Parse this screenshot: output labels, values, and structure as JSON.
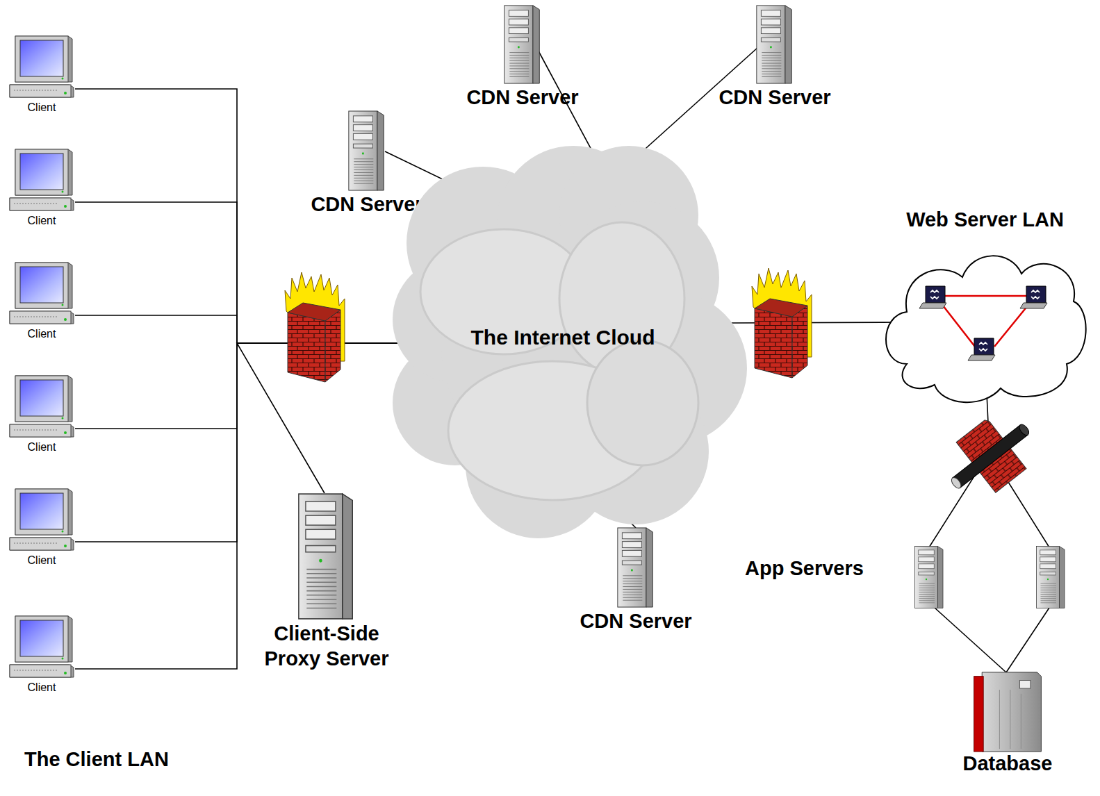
{
  "diagram": {
    "nodes": [
      {
        "text": [
          "CDN Server"
        ]
      },
      {
        "text": [
          "CDN Server"
        ]
      },
      {
        "text": [
          "CDN Server"
        ]
      },
      {
        "text": [
          "Web Server LAN"
        ]
      },
      {
        "text": [
          "Client"
        ]
      },
      {
        "text": [
          "Client"
        ]
      },
      {
        "text": [
          "Client"
        ]
      },
      {
        "text": [
          "Client"
        ]
      },
      {
        "text": [
          "Client"
        ]
      },
      {
        "text": [
          "Client"
        ]
      },
      {
        "text": [
          "The Internet Cloud"
        ]
      },
      {
        "text": [
          "Client-Side Proxy Server"
        ]
      },
      {
        "text": [
          "App Servers"
        ]
      },
      {
        "text": [
          "CDN Server"
        ]
      },
      {
        "text": [
          "Database"
        ]
      }
    ],
    "edges": [
      {
        "from": 0,
        "to": 10,
        "arrow": "none"
      },
      {
        "from": 1,
        "to": 10,
        "arrow": "none"
      },
      {
        "from": 2,
        "to": 10,
        "arrow": "none"
      },
      {
        "from": 13,
        "to": 10,
        "arrow": "none"
      },
      {
        "from": 10,
        "to": 3,
        "arrow": "none"
      },
      {
        "from": 4,
        "to": 10,
        "arrow": "none"
      },
      {
        "from": 5,
        "to": 10,
        "arrow": "none"
      },
      {
        "from": 6,
        "to": 10,
        "arrow": "none"
      },
      {
        "from": 7,
        "to": 10,
        "arrow": "none"
      },
      {
        "from": 8,
        "to": 10,
        "arrow": "none"
      },
      {
        "from": 9,
        "to": 10,
        "arrow": "none"
      },
      {
        "from": 11,
        "to": 10,
        "arrow": "none"
      },
      {
        "from": 3,
        "to": 12,
        "arrow": "none"
      },
      {
        "from": 12,
        "to": 14,
        "arrow": "none"
      }
    ],
    "labels": [
      "The Client LAN"
    ]
  }
}
